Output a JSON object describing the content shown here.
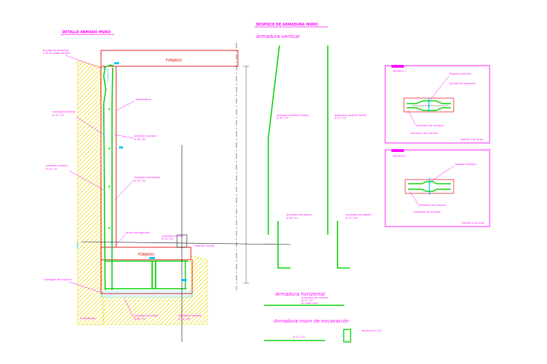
{
  "titles": {
    "left": "DETALLE ARMADO MURO",
    "center": "DESPIECE DE ARMADURA MURO",
    "vertical": "Armadura vertical",
    "horizontal": "Armadura horizontal",
    "excavation": "Armadura muro de excavación"
  },
  "slab_labels": {
    "top": "FORJADO",
    "mid": "FORJADO"
  },
  "labels": {
    "anchor_top": "Anclaje de armadura",
    "anchor_top2": "a 30 cm sobre forjado",
    "spacers": "Separadores",
    "ext_rebar": "Armadura exterior",
    "ext_rebar_v": "Ø 12 / 20",
    "vert_rebar": "Armadura vertical",
    "vert_rebar_v": "Ø 16 / 20",
    "rear_rebar": "Armadura trasera",
    "rear_rebar_v": "Ø 12 / 20",
    "horiz_rebar": "Armadura horizontal",
    "horiz_rebar_v": "Ø 12 / 20",
    "joint": "Junta hormigonado",
    "stud_rebar": "Armadura de esp.",
    "stud_rebar_v": "Ø 10 / 40",
    "starter": "Esperas zuncho",
    "lean_concrete": "Hormigón de limpieza",
    "footing": "Cimentación",
    "main_rebar": "Armadura principal",
    "main_rebar_v": "Ø 16 / 20",
    "top_rebar": "Armadura superior",
    "top_rebar_v": "Ø 12 / 20",
    "v_left": "Armadura vertical trasera",
    "v_left_v": "Ø 16 / 20",
    "v_right": "Armadura vertical frontal",
    "v_right_v": "Ø 12 / 20",
    "esp_left": "Armadura de espera",
    "esp_left_v": "Ø 16 / 20",
    "esp_right": "Armadura de espera",
    "esp_right_v": "Ø 12 / 20",
    "h_note": "Armadura de reparto",
    "h_note_v": "Ø 12 / 20",
    "h_note2": "En cada cara",
    "exc_bar": "Ø 12 / 20",
    "stirrup": "Estribo Ø 8 / 20",
    "det1_title": "DETALLE 1",
    "det1_a": "Pasador metálico",
    "det1_b": "Anclaje de armadura",
    "det1_c": "Armadura de refuerzo",
    "det1_d": "Armadura de tracción",
    "det1_note": "Detalle 1 de junta",
    "det2_title": "DETALLE 2",
    "det2_a": "Pasador metálico",
    "det2_b": "Armadura de esquina",
    "det2_c": "Armadura de tracción",
    "det2_note": "Detalle 2 de junta"
  },
  "colors": {
    "magenta": "#ff00ff",
    "green": "#00d000",
    "red": "#e00000",
    "cyan": "#00c8ff",
    "soil": "#e8d800",
    "black": "#000000"
  }
}
